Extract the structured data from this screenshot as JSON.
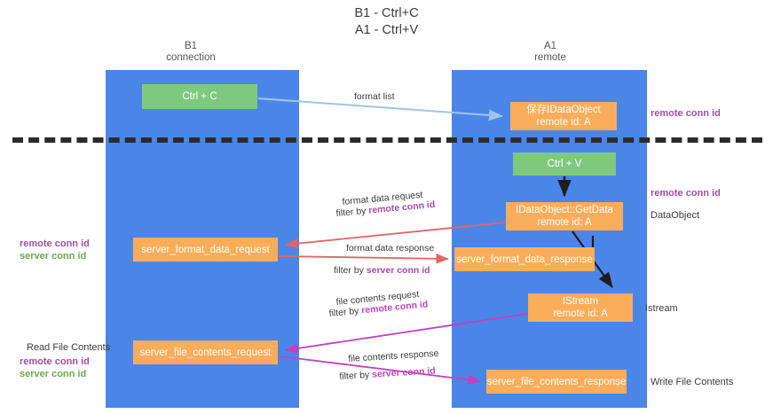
{
  "title": {
    "line1": "B1 - Ctrl+C",
    "line2": "A1 - Ctrl+V"
  },
  "lanes": {
    "left": {
      "name": "B1",
      "role": "connection"
    },
    "right": {
      "name": "A1",
      "role": "remote"
    }
  },
  "nodes": {
    "ctrl_c": {
      "label": "Ctrl + C",
      "color": "#7fc97f"
    },
    "save_idataobject": {
      "line1": "保存IDataObject",
      "line2": "remote id: A",
      "color": "#f9ad5a"
    },
    "ctrl_v": {
      "label": "Ctrl + V",
      "color": "#7fc97f"
    },
    "getdata": {
      "line1": "IDataObject::GetData",
      "line2": "remote id: A",
      "color": "#f9ad5a"
    },
    "server_format_data_response": {
      "label": "server_format_data_response",
      "color": "#f9ad5a"
    },
    "istream": {
      "line1": "IStream",
      "line2": "remote id: A",
      "color": "#f9ad5a"
    },
    "server_format_data_request": {
      "label": "server_format_data_request",
      "color": "#f9ad5a"
    },
    "server_file_contents_request": {
      "label": "server_file_contents_request",
      "color": "#f9ad5a"
    },
    "server_file_contents_response": {
      "label": "server_file_contents_response",
      "color": "#f9ad5a"
    }
  },
  "edge_labels": {
    "format_list": "format list",
    "format_data_request": "format data request",
    "format_data_request_filter_prefix": "filter by ",
    "format_data_request_filter_key": "remote conn id",
    "format_data_response": "format data response",
    "format_data_response_filter_prefix": "filter by ",
    "format_data_response_filter_key": "server conn id",
    "file_contents_request": "file contents request",
    "file_contents_request_filter_prefix": "filter by ",
    "file_contents_request_filter_key": "remote conn id",
    "file_contents_response": "file contents response",
    "file_contents_response_filter_prefix": "filter by ",
    "file_contents_response_filter_key": "server conn id"
  },
  "annotations": {
    "right_remote_conn_id_top": "remote conn id",
    "right_remote_conn_id_mid": "remote conn id",
    "right_dataobject": "DataObject",
    "right_istream": "Istream",
    "right_write_file_contents": "Write File Contents",
    "left_remote_conn_id_mid": "remote conn id",
    "left_server_conn_id_mid": "server conn id",
    "left_read_file_contents": "Read File Contents",
    "left_remote_conn_id_bot": "remote conn id",
    "left_server_conn_id_bot": "server conn id"
  },
  "colors": {
    "lane": "#4a86e8",
    "node_green": "#7fc97f",
    "node_orange": "#f9ad5a",
    "purple": "#a64ca6",
    "green_text": "#6aa84f",
    "rose_arrow": "#e06666",
    "magenta_arrow": "#c341c3",
    "light_blue_arrow": "#9fc5e8",
    "divider": "#2b2b2b",
    "background": "#ffffff"
  }
}
